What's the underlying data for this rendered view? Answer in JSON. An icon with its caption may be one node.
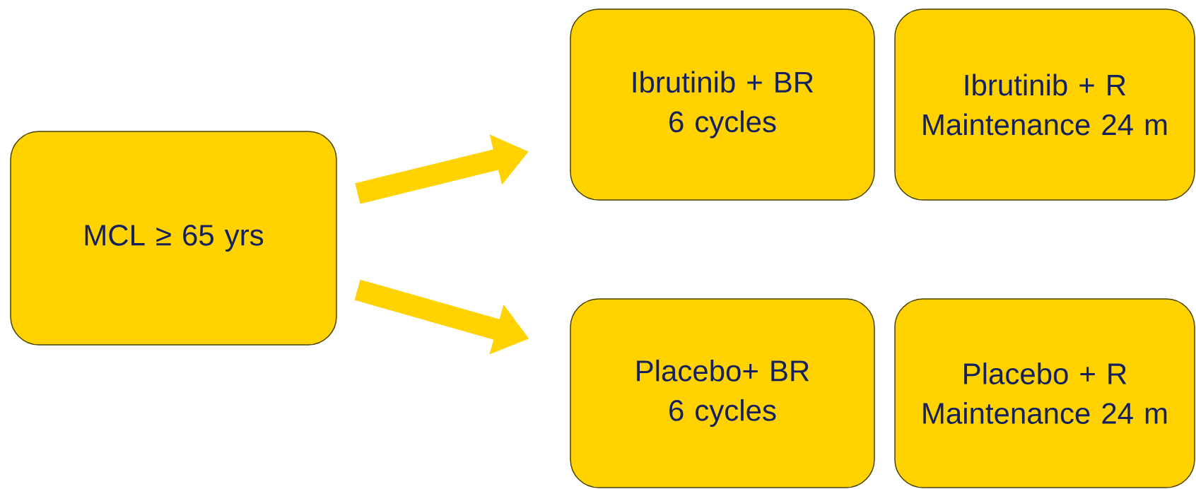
{
  "diagram": {
    "nodes": [
      {
        "text": [
          "MCL ≥ 65 yrs"
        ]
      },
      {
        "text": [
          "Ibrutinib + BR",
          "6 cycles"
        ]
      },
      {
        "text": [
          "Ibrutinib + R",
          "Maintenance 24 m"
        ]
      },
      {
        "text": [
          "Placebo+ BR",
          "6 cycles"
        ]
      },
      {
        "text": [
          "Placebo + R",
          "Maintenance 24 m"
        ]
      }
    ],
    "edges": [
      {
        "from": 0,
        "to": 1,
        "arrow": "to"
      },
      {
        "from": 0,
        "to": 3,
        "arrow": "to"
      }
    ]
  }
}
